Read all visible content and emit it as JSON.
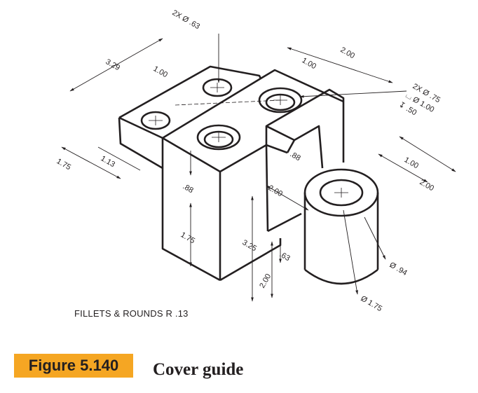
{
  "dimensions": {
    "top_holes": "2X Ø .63",
    "overall_length": "3.29",
    "hole_spacing": "1.00",
    "top_width_a": "1.00",
    "top_width_b": "2.00",
    "cbore_callout_1": "2X Ø .75",
    "cbore_callout_2": "⌴ Ø 1.00",
    "cbore_callout_3": "↧ .50",
    "left_offset_a": "1.13",
    "left_offset_b": "1.75",
    "slot_depth": ".88",
    "step_height": ".88",
    "right_offset_a": "1.00",
    "right_offset_b": "2.00",
    "lower_height": "1.75",
    "slot_length": "2.00",
    "overall_height": "3.25",
    "slot_offset": ".63",
    "boss_height": "2.00",
    "boss_hole": "Ø .94",
    "boss_diameter": "Ø 1.75"
  },
  "note": "FILLETS & ROUNDS R .13",
  "figure": {
    "label": "Figure 5.140",
    "caption": "Cover guide"
  },
  "colors": {
    "label_bg": "#f5a623",
    "ink": "#231f20"
  }
}
